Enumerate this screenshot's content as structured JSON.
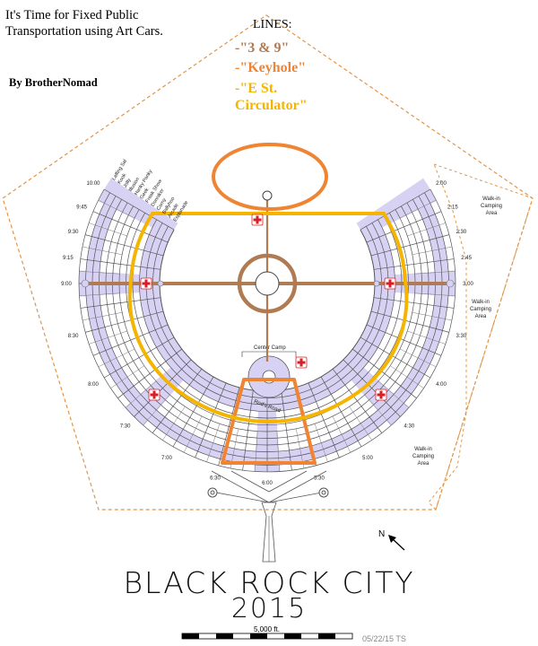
{
  "title_text": "It's Time for Fixed Public Transportation using Art Cars.",
  "byline": "By BrotherNomad",
  "legend": {
    "heading": "LINES:",
    "lines": [
      {
        "label": "-\"3 & 9\"",
        "color": "#b07b52"
      },
      {
        "label": "-\"Keyhole\"",
        "color": "#ef8433"
      },
      {
        "label": "-\"E St. Circulator\"",
        "color": "#f4b400"
      }
    ]
  },
  "map_title": {
    "line1": "BLACK ROCK CITY",
    "line2": "2015"
  },
  "center_camp_label": "Center Camp",
  "rods_road_label": "Rod's Road",
  "walkin_label": [
    "Walk-in",
    "Camping",
    "Area"
  ],
  "time_labels": {
    "left": [
      "10:00",
      "9:45",
      "9:30",
      "9:15",
      "9:00",
      "8:30",
      "8:00",
      "7:30",
      "7:00",
      "6:30"
    ],
    "right": [
      "2:00",
      "2:15",
      "2:30",
      "2:45",
      "3:00",
      "3:30",
      "4:00",
      "4:30",
      "5:00",
      "5:30"
    ],
    "bottom": "6:00"
  },
  "streets": [
    "Esplanade",
    "Arcade",
    "Ballyhoo",
    "Carny",
    "Donniker",
    "Freak Show",
    "Geek",
    "Hanky Panky",
    "Illusion",
    "Jolly",
    "Kook",
    "Laffing Sal"
  ],
  "north_label": "N",
  "scale_label": "5,000 ft.",
  "date_stamp": "05/22/15 TS",
  "colors": {
    "line_39": "#b07b52",
    "keyhole": "#ef8433",
    "e_circulator": "#f4b400",
    "plaza": "#d7d2f3",
    "boundary": "#e0954a",
    "medical": "#d81f26"
  }
}
